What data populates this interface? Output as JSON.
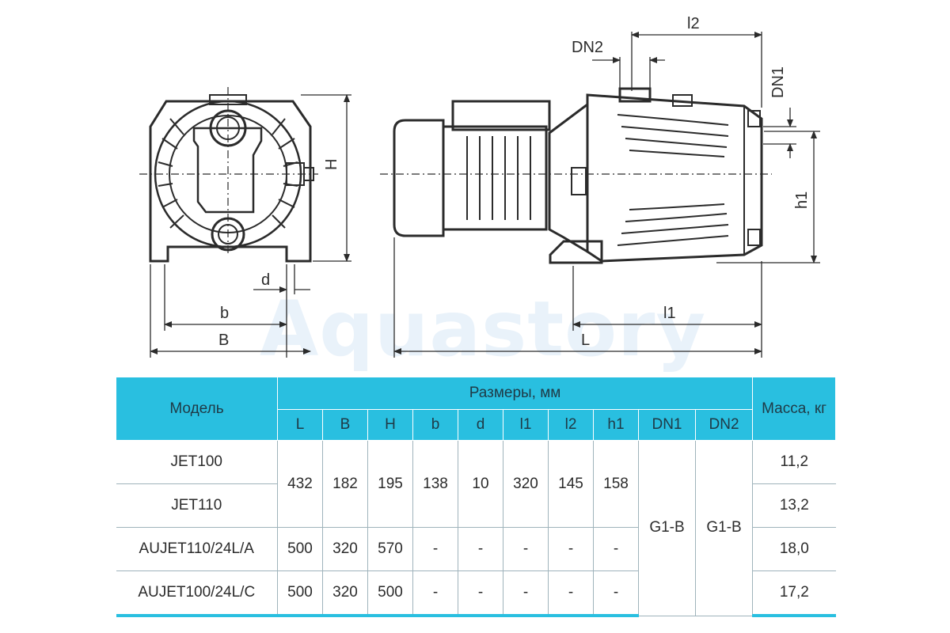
{
  "watermark": "Aquastory",
  "dimension_labels": {
    "H": "H",
    "d": "d",
    "b": "b",
    "B": "B",
    "l2": "l2",
    "DN2": "DN2",
    "DN1": "DN1",
    "h1": "h1",
    "l1": "l1",
    "L": "L"
  },
  "table": {
    "model_header": "Модель",
    "dims_header": "Размеры, мм",
    "mass_header": "Масса, кг",
    "subheaders": [
      "L",
      "B",
      "H",
      "b",
      "d",
      "l1",
      "l2",
      "h1",
      "DN1",
      "DN2"
    ],
    "rows": [
      {
        "model": "JET100",
        "mass": "11,2"
      },
      {
        "model": "JET110",
        "mass": "13,2"
      },
      {
        "model": "AUJET110/24L/A",
        "mass": "18,0"
      },
      {
        "model": "AUJET100/24L/C",
        "mass": "17,2"
      }
    ],
    "jet_shared_values": [
      "432",
      "182",
      "195",
      "138",
      "10",
      "320",
      "145",
      "158"
    ],
    "aujet110_values": [
      "500",
      "320",
      "570",
      "-",
      "-",
      "-",
      "-",
      "-"
    ],
    "aujet100_values": [
      "500",
      "320",
      "500",
      "-",
      "-",
      "-",
      "-",
      "-"
    ],
    "dn1_value": "G1-B",
    "dn2_value": "G1-B"
  }
}
